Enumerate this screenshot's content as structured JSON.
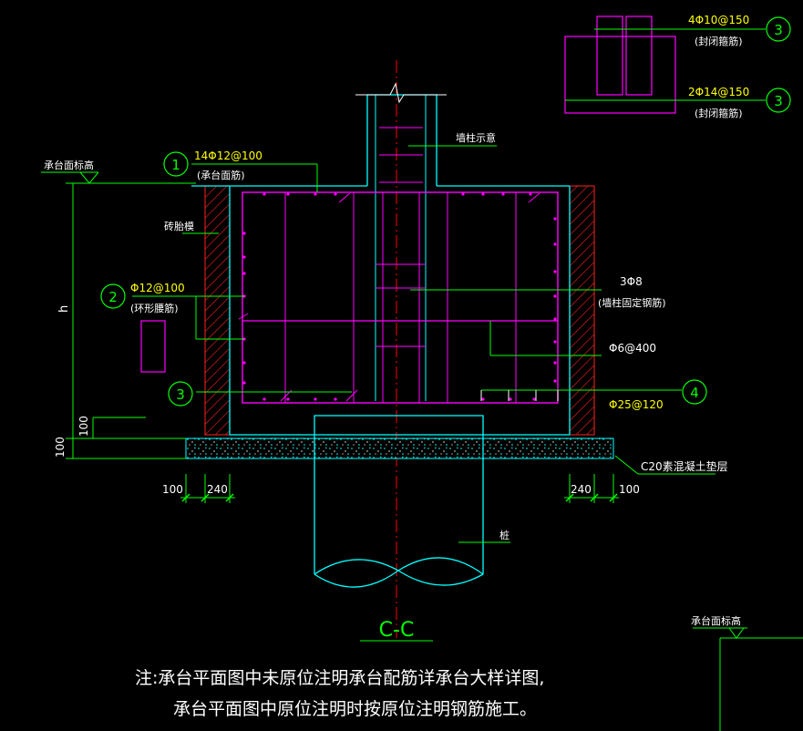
{
  "section_title": "C-C",
  "labels": {
    "top_elev": "承台面标高",
    "top_elev_right": "承台面标高",
    "brick_mold": "砖胎模",
    "wall_column": "墙柱示意",
    "h": "h",
    "pile": "桩",
    "cushion": "C20素混凝土垫层",
    "anchor_bars": "3Φ8",
    "anchor_bars_desc": "(墙柱固定钢筋)",
    "stirrup": "Φ6@400",
    "bottom_bars": "Φ25@120"
  },
  "callouts": {
    "c1": {
      "num": "1",
      "spec": "14Φ12@100",
      "desc": "(承台面筋)"
    },
    "c2": {
      "num": "2",
      "spec": "Φ12@100",
      "desc": "(环形腰筋)"
    },
    "c3": {
      "num": "3"
    },
    "c4": {
      "num": "4"
    },
    "d1": {
      "num": "3",
      "spec": "4Φ10@150",
      "desc": "(封闭箍筋)"
    },
    "d2": {
      "num": "3",
      "spec": "2Φ14@150",
      "desc": "(封闭箍筋)"
    }
  },
  "dims": {
    "left_100": "100",
    "left_240": "240",
    "right_240": "240",
    "right_100": "100",
    "v_100_a": "100",
    "v_100_b": "100"
  },
  "note": {
    "line1": "注:承台平面图中未原位注明承台配筋详承台大样详图,",
    "line2": "承台平面图中原位注明时按原位注明钢筋施工。"
  },
  "colors": {
    "green": "#00ff00",
    "cyan": "#00ffff",
    "magenta": "#ff00ff",
    "red": "#ff0000",
    "yellow": "#ffff00",
    "white": "#ffffff"
  }
}
